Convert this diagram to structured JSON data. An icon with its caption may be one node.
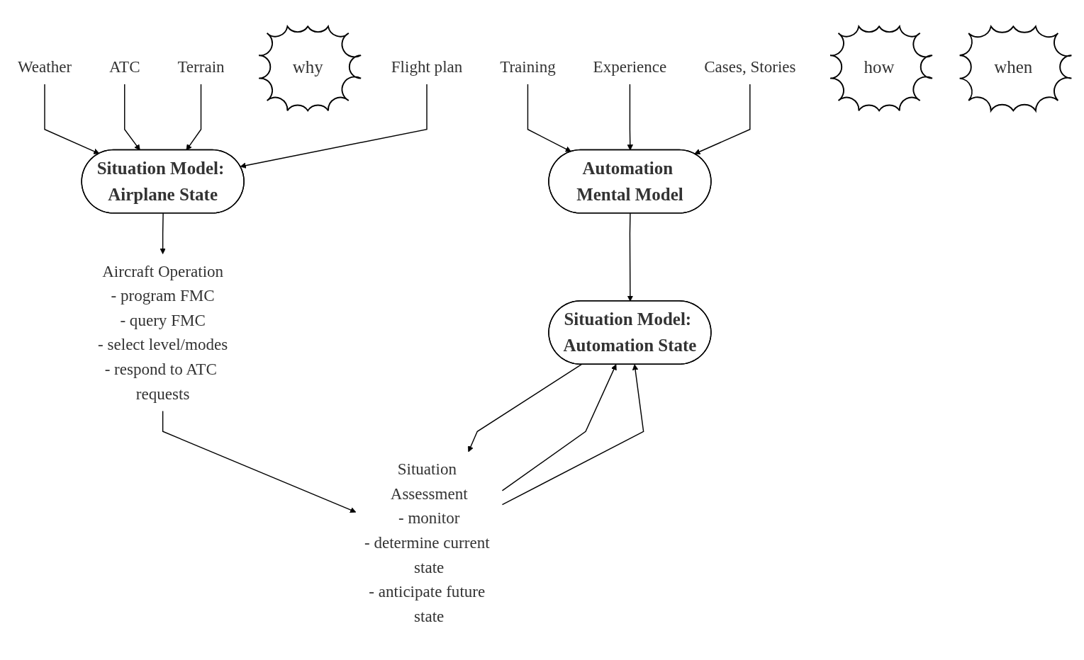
{
  "diagram": {
    "nodes": [
      {
        "text": [
          "Training"
        ]
      },
      {
        "text": [
          "Experience"
        ]
      },
      {
        "text": [
          "Cases, Stories"
        ]
      },
      {
        "text": [
          "Automation Mental Model"
        ]
      },
      {
        "text": [
          "why"
        ]
      },
      {
        "text": [
          "ATC"
        ]
      },
      {
        "text": [
          "Terrain"
        ]
      },
      {
        "text": [
          "Weather"
        ]
      },
      {
        "text": [
          "Flight plan"
        ]
      },
      {
        "text": [
          "Situation Model: Automation State"
        ]
      },
      {
        "text": [
          "Situation Model: Airplane State"
        ]
      },
      {
        "text": [
          "Situation Assessment",
          "- monitor",
          "- determine current state",
          "- anticipate future state"
        ]
      },
      {
        "text": [
          "Aircraft Operation",
          "- program FMC",
          "- query FMC",
          "- select level/modes",
          "- respond to ATC requests"
        ]
      },
      {
        "text": [
          "how"
        ]
      },
      {
        "text": [
          "when"
        ]
      }
    ],
    "edges": [
      {
        "from": 0,
        "to": 3,
        "arrow": "to"
      },
      {
        "from": 1,
        "to": 3,
        "arrow": "to"
      },
      {
        "from": 2,
        "to": 3,
        "arrow": "to"
      },
      {
        "from": 3,
        "to": 9,
        "arrow": "to"
      },
      {
        "from": 7,
        "to": 10,
        "arrow": "to"
      },
      {
        "from": 5,
        "to": 10,
        "arrow": "to"
      },
      {
        "from": 6,
        "to": 10,
        "arrow": "to"
      },
      {
        "from": 8,
        "to": 10,
        "arrow": "to"
      },
      {
        "from": 9,
        "to": 11,
        "arrow": "to"
      },
      {
        "from": 10,
        "to": 12,
        "arrow": "to"
      },
      {
        "from": 11,
        "to": 9,
        "arrow": "to"
      },
      {
        "from": 11,
        "to": 9,
        "arrow": "to"
      },
      {
        "from": 12,
        "to": 11,
        "arrow": "to"
      }
    ]
  }
}
